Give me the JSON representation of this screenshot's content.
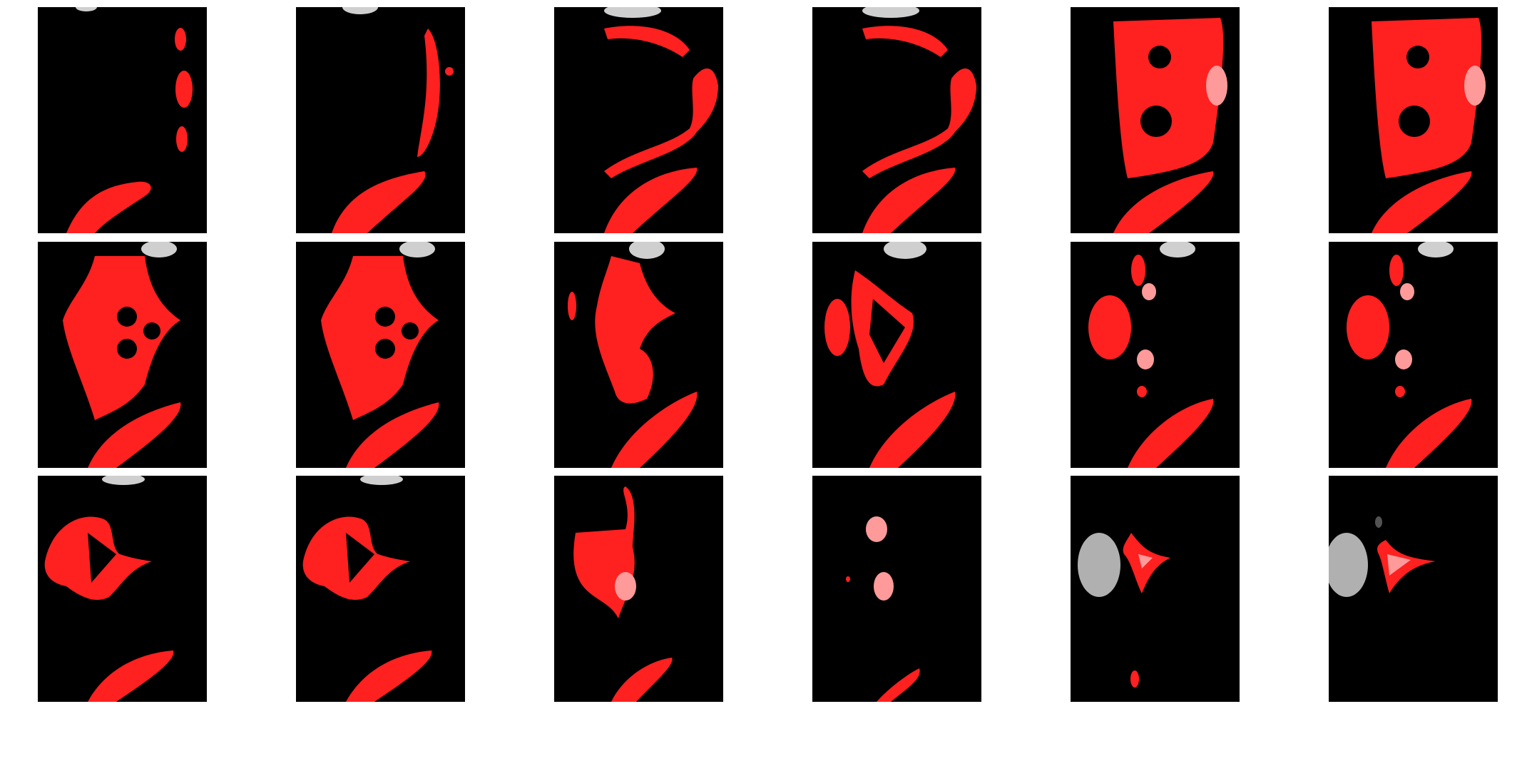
{
  "figure": {
    "background_color": "#ffffff",
    "panel_background": "#000000",
    "mask_color": "#ff2020",
    "mask_highlight": "#ff9a9a",
    "tissue_color": "#cfcfcf",
    "rows": 3,
    "columns": 6,
    "panels": [
      {
        "row": 1,
        "col": 1,
        "content": "bone-fragments-lower-left"
      },
      {
        "row": 1,
        "col": 2,
        "content": "curved-bone-edge"
      },
      {
        "row": 1,
        "col": 3,
        "content": "vertebral-arch-partial"
      },
      {
        "row": 1,
        "col": 4,
        "content": "vertebral-arch-partial"
      },
      {
        "row": 1,
        "col": 5,
        "content": "vertebra-with-holes"
      },
      {
        "row": 1,
        "col": 6,
        "content": "vertebra-with-holes"
      },
      {
        "row": 2,
        "col": 1,
        "content": "vertebral-body-large"
      },
      {
        "row": 2,
        "col": 2,
        "content": "vertebral-body-large"
      },
      {
        "row": 2,
        "col": 3,
        "content": "vertebral-body-branches"
      },
      {
        "row": 2,
        "col": 4,
        "content": "vertebra-ring"
      },
      {
        "row": 2,
        "col": 5,
        "content": "separated-bone-pieces"
      },
      {
        "row": 2,
        "col": 6,
        "content": "separated-bone-pieces"
      },
      {
        "row": 3,
        "col": 1,
        "content": "vertebra-arch"
      },
      {
        "row": 3,
        "col": 2,
        "content": "vertebra-arch"
      },
      {
        "row": 3,
        "col": 3,
        "content": "vertebra-fragments"
      },
      {
        "row": 3,
        "col": 4,
        "content": "small-fragments"
      },
      {
        "row": 3,
        "col": 5,
        "content": "gray-organ-and-y-bone"
      },
      {
        "row": 3,
        "col": 6,
        "content": "gray-organ-and-t-bone"
      }
    ]
  }
}
